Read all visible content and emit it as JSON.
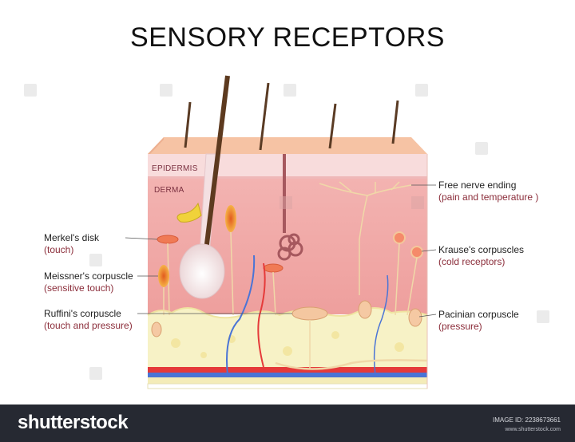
{
  "title": "SENSORY RECEPTORS",
  "layers": {
    "epidermis": "EPIDERMIS",
    "dermis": "DERMA"
  },
  "labels_left": [
    {
      "name": "Merkel's disk",
      "function": "(touch)"
    },
    {
      "name": "Meissner's corpuscle",
      "function": "(sensitive touch)"
    },
    {
      "name": "Ruffini's corpuscle",
      "function": "(touch and pressure)"
    }
  ],
  "labels_right": [
    {
      "name": "Free nerve ending",
      "function": "(pain and temperature )"
    },
    {
      "name": "Krause's  corpuscles",
      "function": "(cold receptors)"
    },
    {
      "name": "Pacinian corpuscle",
      "function": "(pressure)"
    }
  ],
  "footer": {
    "brand": "shutterstock",
    "image_id": "IMAGE ID: 2238673661",
    "site": "www.shutterstock.com"
  },
  "colors": {
    "skin_top": "#f6c6a8",
    "epidermis": "#f9dcdc",
    "dermis": "#f2a8a6",
    "fat": "#f7f3c8",
    "artery": "#e63a3a",
    "vein": "#4a74d6",
    "label_sub": "#8b2d3a",
    "footer_bg": "#262932"
  }
}
